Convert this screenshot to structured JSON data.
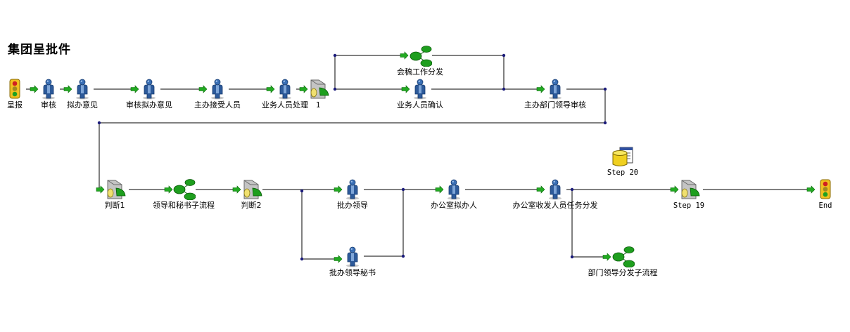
{
  "title": "集团呈批件",
  "nodes": [
    {
      "id": "n_start",
      "type": "start",
      "label": "呈报",
      "icon": "traffic-light-icon"
    },
    {
      "id": "n_shenhe",
      "type": "activity",
      "label": "审核",
      "icon": "person-icon"
    },
    {
      "id": "n_niban",
      "type": "activity",
      "label": "拟办意见",
      "icon": "person-icon"
    },
    {
      "id": "n_shenhe_niban",
      "type": "activity",
      "label": "审核拟办意见",
      "icon": "person-icon"
    },
    {
      "id": "n_zhuban",
      "type": "activity",
      "label": "主办接受人员",
      "icon": "person-icon"
    },
    {
      "id": "n_yewu_chuli",
      "type": "activity",
      "label": "业务人员处理",
      "icon": "person-icon"
    },
    {
      "id": "n_route1",
      "type": "route",
      "label": "1",
      "icon": "route-icon"
    },
    {
      "id": "n_huigao",
      "type": "subflow",
      "label": "会稿工作分发",
      "icon": "subflow-icon"
    },
    {
      "id": "n_yewu_queren",
      "type": "activity",
      "label": "业务人员确认",
      "icon": "person-icon"
    },
    {
      "id": "n_zhuban_lingdao",
      "type": "activity",
      "label": "主办部门领导审核",
      "icon": "person-icon"
    },
    {
      "id": "n_panduan1",
      "type": "route",
      "label": "判断1",
      "icon": "route-icon"
    },
    {
      "id": "n_lingdao_mishu",
      "type": "subflow",
      "label": "领导和秘书子流程",
      "icon": "subflow-icon"
    },
    {
      "id": "n_panduan2",
      "type": "route",
      "label": "判断2",
      "icon": "route-icon"
    },
    {
      "id": "n_piban_lingdao",
      "type": "activity",
      "label": "批办领导",
      "icon": "person-icon"
    },
    {
      "id": "n_piban_mishu",
      "type": "activity",
      "label": "批办领导秘书",
      "icon": "person-icon"
    },
    {
      "id": "n_bangongshi_niban",
      "type": "activity",
      "label": "办公室拟办人",
      "icon": "person-icon"
    },
    {
      "id": "n_bangongshi_shoufa",
      "type": "activity",
      "label": "办公室收发人员任务分发",
      "icon": "person-icon"
    },
    {
      "id": "n_step20",
      "type": "tool",
      "label": "Step 20",
      "icon": "database-icon"
    },
    {
      "id": "n_step19",
      "type": "route",
      "label": "Step 19",
      "icon": "route-icon"
    },
    {
      "id": "n_bumen_fenfa",
      "type": "subflow",
      "label": "部门领导分发子流程",
      "icon": "subflow-icon"
    },
    {
      "id": "n_end",
      "type": "end",
      "label": "End",
      "icon": "traffic-light-icon"
    }
  ],
  "edges": [
    [
      "n_start",
      "n_shenhe"
    ],
    [
      "n_shenhe",
      "n_niban"
    ],
    [
      "n_niban",
      "n_shenhe_niban"
    ],
    [
      "n_shenhe_niban",
      "n_zhuban"
    ],
    [
      "n_zhuban",
      "n_yewu_chuli"
    ],
    [
      "n_yewu_chuli",
      "n_route1"
    ],
    [
      "n_route1",
      "n_yewu_queren"
    ],
    [
      "n_route1",
      "n_huigao"
    ],
    [
      "n_huigao",
      "n_zhuban_lingdao"
    ],
    [
      "n_yewu_queren",
      "n_zhuban_lingdao"
    ],
    [
      "n_zhuban_lingdao",
      "n_panduan1"
    ],
    [
      "n_panduan1",
      "n_lingdao_mishu"
    ],
    [
      "n_lingdao_mishu",
      "n_panduan2"
    ],
    [
      "n_panduan2",
      "n_piban_lingdao"
    ],
    [
      "n_panduan2",
      "n_piban_mishu"
    ],
    [
      "n_piban_lingdao",
      "n_bangongshi_niban"
    ],
    [
      "n_piban_mishu",
      "n_bangongshi_niban"
    ],
    [
      "n_bangongshi_niban",
      "n_bangongshi_shoufa"
    ],
    [
      "n_bangongshi_shoufa",
      "n_step19"
    ],
    [
      "n_bangongshi_shoufa",
      "n_bumen_fenfa"
    ],
    [
      "n_step19",
      "n_end"
    ]
  ],
  "colors": {
    "line": "#000000",
    "arrow": "#22aa22",
    "arrow_edge": "#0a6a0a",
    "waypoint": "#1a1a7a",
    "person_body": "#2d5a9a",
    "person_head": "#3a6fb5",
    "subflow_green": "#1e9e1e",
    "route_grey": "#b8b8b8",
    "light_yellow": "#f0c020"
  }
}
